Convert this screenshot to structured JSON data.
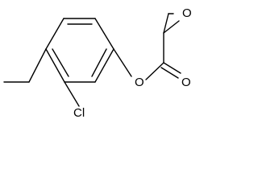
{
  "atoms": {
    "ring_oxygen": "O",
    "ester_oxygen": "O",
    "carbonyl_oxygen": "O",
    "chlorine": "Cl"
  }
}
